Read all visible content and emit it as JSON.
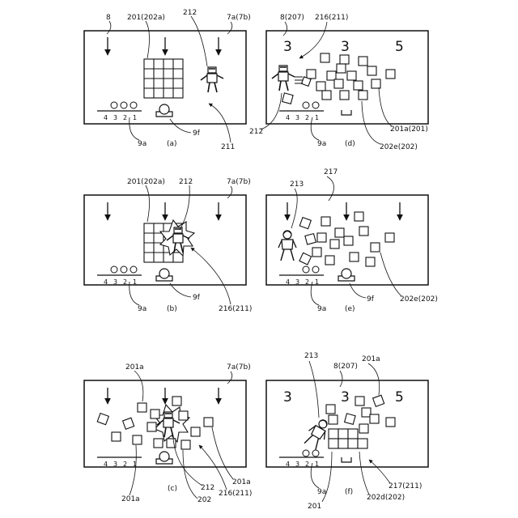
{
  "panels": {
    "a": {
      "caption": "(a)",
      "labels": {
        "ref8": "8",
        "ref201": "201(202a)",
        "ref212": "212",
        "ref7a": "7a(7b)",
        "ref9f": "9f",
        "ref9a": "9a",
        "ref211": "211"
      },
      "counter": {
        "numbers": [
          "4",
          "3",
          "2",
          "1"
        ]
      }
    },
    "b": {
      "caption": "(b)",
      "labels": {
        "ref201": "201(202a)",
        "ref212": "212",
        "ref7a": "7a(7b)",
        "ref9a": "9a",
        "ref9f": "9f",
        "ref216": "216(211)"
      },
      "counter": {
        "numbers": [
          "4",
          "3",
          "2",
          "1"
        ]
      }
    },
    "c": {
      "caption": "(c)",
      "labels": {
        "ref201a_top": "201a",
        "ref7a": "7a(7b)",
        "ref212": "212",
        "ref201a_right": "201a",
        "ref216": "216(211)",
        "ref201a_bottom": "201a",
        "ref202": "202"
      },
      "counter": {
        "numbers": [
          "4",
          "3",
          "2",
          "1"
        ]
      }
    },
    "d": {
      "caption": "(d)",
      "labels": {
        "ref8": "8(207)",
        "ref216": "216(211)",
        "ref212": "212",
        "ref9a": "9a",
        "ref201a": "201a(201)",
        "ref202e": "202e(202)"
      },
      "score": [
        "3",
        "3",
        "5"
      ],
      "counter": {
        "numbers": [
          "4",
          "3",
          "2",
          "1"
        ]
      }
    },
    "e": {
      "caption": "(e)",
      "labels": {
        "ref217": "217",
        "ref213": "213",
        "ref9a": "9a",
        "ref9f": "9f",
        "ref202e": "202e(202)"
      },
      "counter": {
        "numbers": [
          "4",
          "3",
          "2",
          "1"
        ]
      }
    },
    "f": {
      "caption": "(f)",
      "labels": {
        "ref213": "213",
        "ref8": "8(207)",
        "ref201a": "201a",
        "ref9a": "9a",
        "ref201": "201",
        "ref202d": "202d(202)",
        "ref217": "217(211)"
      },
      "score": [
        "3",
        "3",
        "5"
      ],
      "counter": {
        "numbers": [
          "4",
          "3",
          "2",
          "1"
        ]
      }
    }
  }
}
